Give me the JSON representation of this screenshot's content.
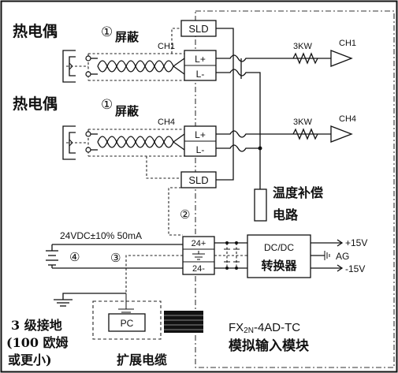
{
  "thermocouple_1": {
    "label": "热电偶",
    "marker": "①",
    "shield_label": "屏蔽",
    "channel": "CH1"
  },
  "thermocouple_2": {
    "label": "热电偶",
    "marker": "①",
    "shield_label": "屏蔽",
    "channel": "CH4"
  },
  "module": {
    "sld_top": "SLD",
    "sld_bottom": "SLD",
    "ch1_plus": "L+",
    "ch1_minus": "L-",
    "ch4_plus": "L+",
    "ch4_minus": "L-",
    "resistor_1": "3KW",
    "output_1": "CH1",
    "resistor_2": "3KW",
    "output_2": "CH4",
    "comp_line1": "温度补偿",
    "comp_line2": "电路",
    "power_pos": "24+",
    "power_neg": "24-",
    "dcdc_line1": "DC/DC",
    "dcdc_line2": "转换器",
    "out_pos": "+15V",
    "out_ag": "AG",
    "out_neg": "-15V",
    "model_prefix": "FX",
    "model_sub": "2N",
    "model_suffix": "-4AD-TC",
    "model_desc": "模拟输入模块"
  },
  "supply": {
    "label": "24VDC±10% 50mA",
    "marker_battery": "④",
    "marker_ground": "③",
    "marker_wire": "②"
  },
  "pc": {
    "label": "PC"
  },
  "ground_note": {
    "line1": "3 级接地",
    "line2": "(100 欧姆",
    "line3": "或更小)"
  },
  "cable_label": "扩展电缆"
}
